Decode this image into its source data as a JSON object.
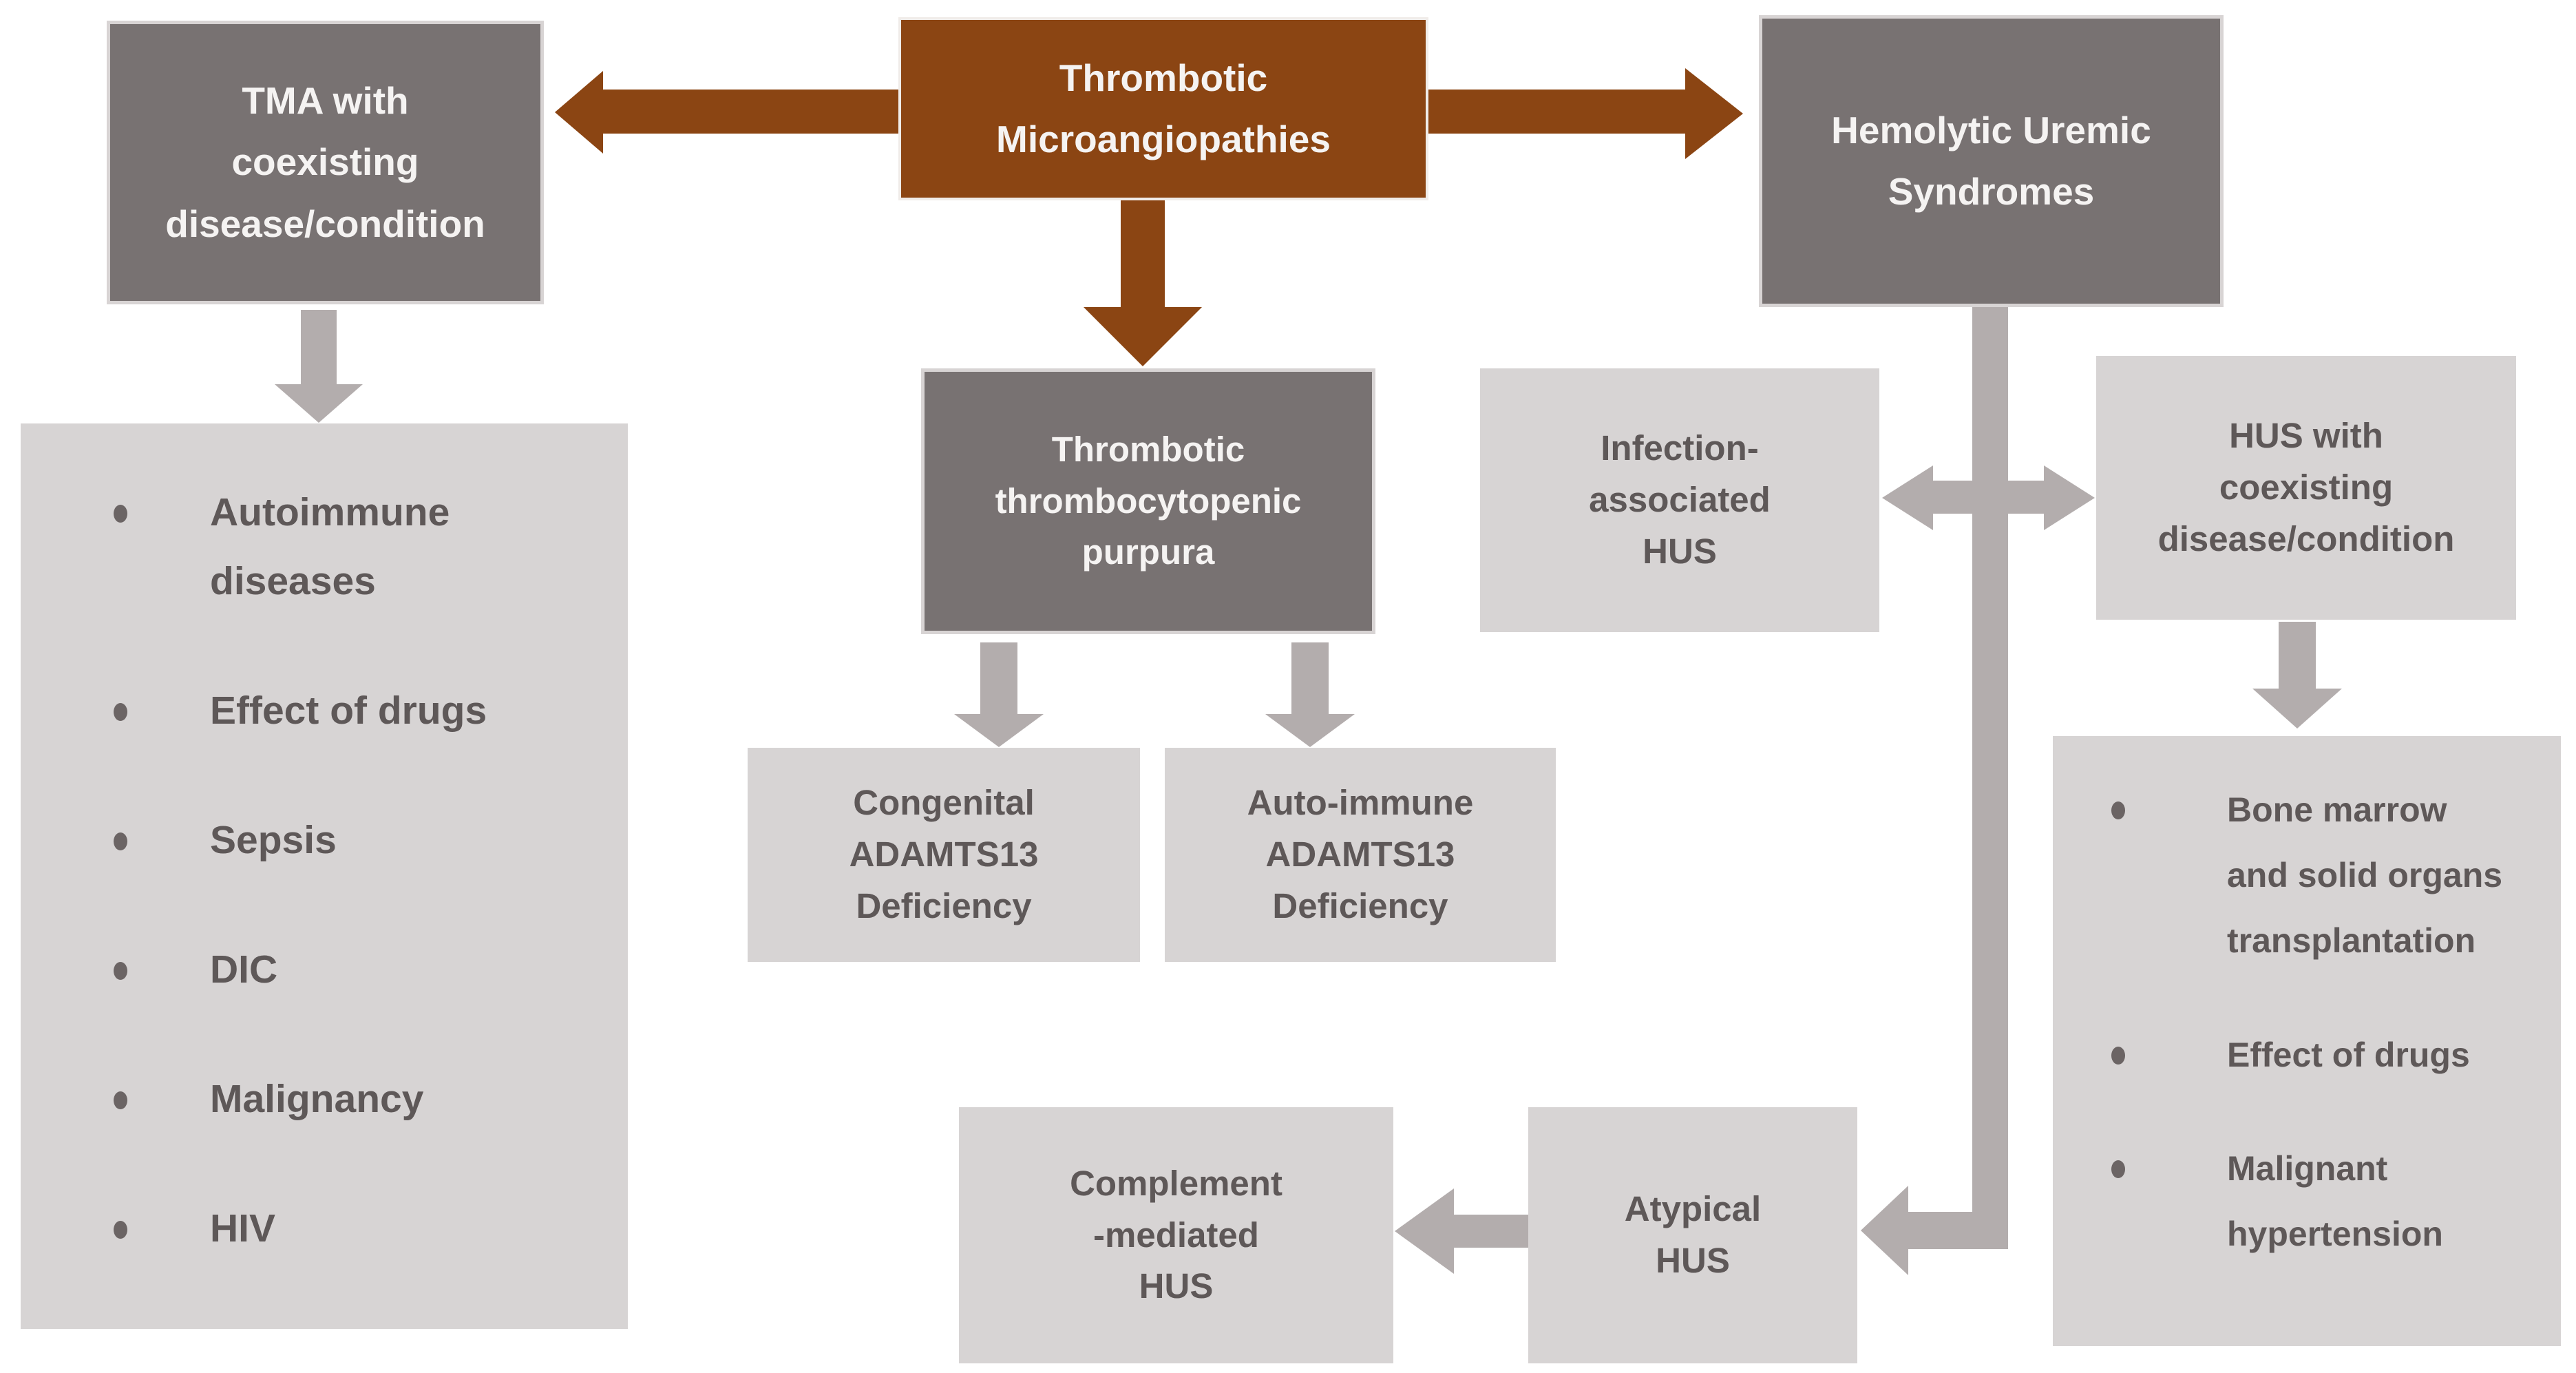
{
  "colors": {
    "background": "#FFFFFF",
    "brown": "#8B4513",
    "dark_gray": "#787272",
    "light_gray": "#D7D4D4",
    "arrow_gray": "#B3ADAD",
    "text_dark": "#5E5858",
    "text_light": "#F5F3F2",
    "bullet_dot": "#6B6464",
    "box_border": "#D8D4D4"
  },
  "nodes": {
    "root": {
      "label": "Thrombotic\nMicroangiopathies"
    },
    "tma_coexisting": {
      "label": "TMA with\ncoexisting\ndisease/condition"
    },
    "hus": {
      "label": "Hemolytic Uremic\nSyndromes"
    },
    "ttp": {
      "label": "Thrombotic\nthrombocytopenic\npurpura"
    },
    "congenital_adamts13": {
      "label": "Congenital\nADAMTS13\nDeficiency"
    },
    "autoimmune_adamts13": {
      "label": "Auto-immune\nADAMTS13\nDeficiency"
    },
    "infection_hus": {
      "label": "Infection-\nassociated\nHUS"
    },
    "hus_coexisting": {
      "label": "HUS with\ncoexisting\ndisease/condition"
    },
    "complement_hus": {
      "label": "Complement\n-mediated\nHUS"
    },
    "atypical_hus": {
      "label": "Atypical\nHUS"
    }
  },
  "tma_list": {
    "items": [
      "Autoimmune\ndiseases",
      "Effect of drugs",
      "Sepsis",
      "DIC",
      "Malignancy",
      "HIV"
    ]
  },
  "hus_list": {
    "items": [
      "Bone marrow\nand solid organs\ntransplantation",
      "Effect of drugs",
      "Malignant\nhypertension"
    ]
  }
}
